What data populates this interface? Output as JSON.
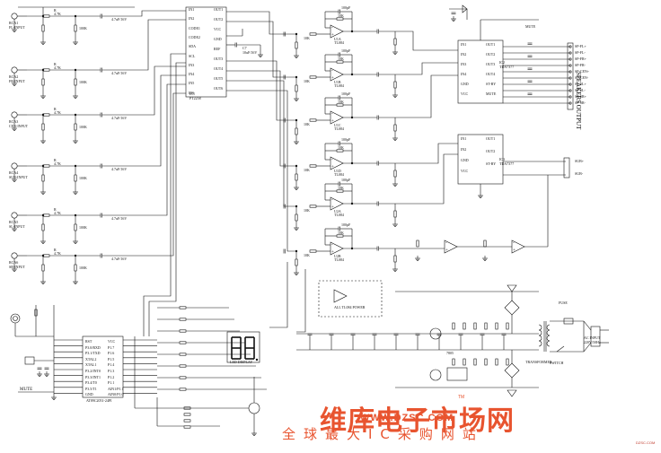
{
  "inputs": [
    {
      "id": "J1",
      "name": "RCA1",
      "label": "FL-INPUT"
    },
    {
      "id": "J2",
      "name": "RCA2",
      "label": "FR-INPUT"
    },
    {
      "id": "J3",
      "name": "RCA3",
      "label": "CEN-INPUT"
    },
    {
      "id": "J4",
      "name": "RCA4",
      "label": "SUB-INPUT"
    },
    {
      "id": "J5",
      "name": "RCA5",
      "label": "SL-INPUT"
    },
    {
      "id": "J6",
      "name": "RCA6",
      "label": "SR-INPUT"
    }
  ],
  "input_parts": {
    "r1": "R",
    "r1_value": "4.7K",
    "r2": "R",
    "r2_value": "100K",
    "cap": "C",
    "cap_value": "4.7uF/16V"
  },
  "volume_ic": {
    "ref": "IC1",
    "part": "PT2258",
    "pins_left": [
      "IN1",
      "IN2",
      "CODE1",
      "CODE2",
      "SDA",
      "SCL",
      "IN3",
      "IN4",
      "IN5",
      "IN6"
    ],
    "pins_right": [
      "OUT1",
      "OUT2",
      "VCC",
      "GND",
      "REF",
      "OUT3",
      "OUT4",
      "OUT5",
      "OUT6"
    ],
    "cap": "C7",
    "cap_value": "10uF/16V"
  },
  "opamps": [
    {
      "ref": "U1A",
      "part": "TL084"
    },
    {
      "ref": "U1B",
      "part": "TL084"
    },
    {
      "ref": "U1C",
      "part": "TL084"
    },
    {
      "ref": "U1D",
      "part": "TL084"
    },
    {
      "ref": "U2A",
      "part": "TL084"
    },
    {
      "ref": "U2B",
      "part": "TL084"
    }
  ],
  "filter_parts": {
    "r_in": "10K",
    "c_fb": "100pF",
    "r_fb": "10K"
  },
  "speaker_ics": [
    {
      "ref": "IC2",
      "part": "TDA7377"
    },
    {
      "ref": "IC3",
      "part": "TDA7377"
    }
  ],
  "speaker_output": {
    "title": "SPEAKERS OUTPUT",
    "pins": [
      "SP-FL+",
      "SP-FL-",
      "SP-FR+",
      "SP-FR-",
      "SP-CEN+",
      "SP-CEN-",
      "SP-SL+",
      "SP-SL-",
      "SP-SR+",
      "SP-SR-"
    ],
    "sub_pins": [
      "SUB+",
      "SUB-"
    ],
    "mute": "MUTE"
  },
  "all_tl084_power": "ALL TL084 POWER",
  "mcu": {
    "ref": "U3",
    "part": "AT89C2051-24PI",
    "pins_left": [
      "RST",
      "P3.0/RXD",
      "P3.1/TXD",
      "XTAL2",
      "XTAL1",
      "P3.2/INT0",
      "P3.3/INT1",
      "P3.4/T0",
      "P3.5/T1",
      "GND"
    ],
    "pins_right": [
      "VCC",
      "P1.7",
      "P1.6",
      "P1.5",
      "P1.4",
      "P1.3",
      "P1.2",
      "P1.1",
      "AIN1/P1.1",
      "AIN0/P1.0"
    ]
  },
  "display": {
    "label": "LED DISPLAY",
    "digits": "88."
  },
  "ir": {
    "ref": "IR",
    "label": "MUTE"
  },
  "power": {
    "ac_input": "AC INPUT",
    "ac_value": "220V/50Hz",
    "switch": "SWITCH",
    "fuse": "FUSE",
    "transformer": "TRANSFORMER",
    "regulator": "7805"
  },
  "watermark": {
    "cn": "维库电子市场网",
    "url": "WWW.DZSC.COM",
    "sub": "全球最大IC采购网站",
    "tm": "TM"
  },
  "corner_tag": "DZSC.COM"
}
